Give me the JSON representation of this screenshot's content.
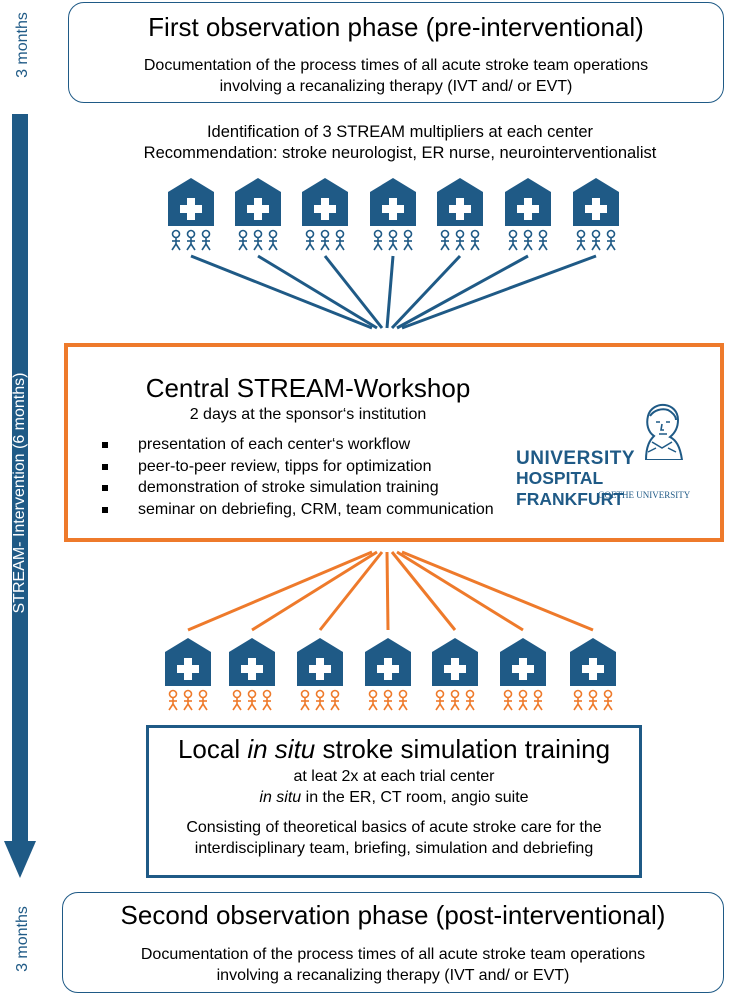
{
  "colors": {
    "blue": "#1f5a86",
    "orange": "#ee7a2b"
  },
  "phase1": {
    "side_label": "3 months",
    "title": "First observation phase (pre-interventional)",
    "line1": "Documentation of the process times of all acute stroke team operations",
    "line2": "involving a recanalizing therapy (IVT and/ or EVT)"
  },
  "intervention": {
    "side_label": "STREAM- Intervention (6 months)"
  },
  "multipliers": {
    "line1": "Identification of 3 STREAM multipliers at each center",
    "line2": "Recommendation: stroke neurologist, ER nurse, neurointerventionalist"
  },
  "workshop": {
    "title": "Central STREAM-Workshop",
    "subtitle": "2 days at the sponsor‘s institution",
    "bullets": [
      "presentation of each center‘s workflow",
      "peer-to-peer review, tipps for optimization",
      "demonstration of stroke simulation training",
      "seminar on debriefing, CRM, team communication"
    ],
    "logo": {
      "line1": "UNIVERSITY",
      "line2": "HOSPITAL FRANKFURT",
      "line3": "GOETHE UNIVERSITY"
    }
  },
  "simulation": {
    "title_pre": "Local ",
    "title_em": "in situ",
    "title_post": " stroke simulation training",
    "line1": "at leat 2x at each trial center",
    "line2_em": "in situ",
    "line2_rest": " in the ER, CT room, angio suite",
    "line3": "Consisting of theoretical basics of acute stroke care for the",
    "line4": "interdisciplinary team, briefing, simulation and debriefing"
  },
  "phase2": {
    "side_label": "3 months",
    "title": "Second observation phase (post-interventional)",
    "line1": "Documentation of the process times of all acute stroke team operations",
    "line2": "involving a recanalizing therapy (IVT and/ or EVT)"
  },
  "icons": {
    "hospital": "hospital-icon",
    "person": "person-icon",
    "arrow": "down-arrow-icon"
  }
}
